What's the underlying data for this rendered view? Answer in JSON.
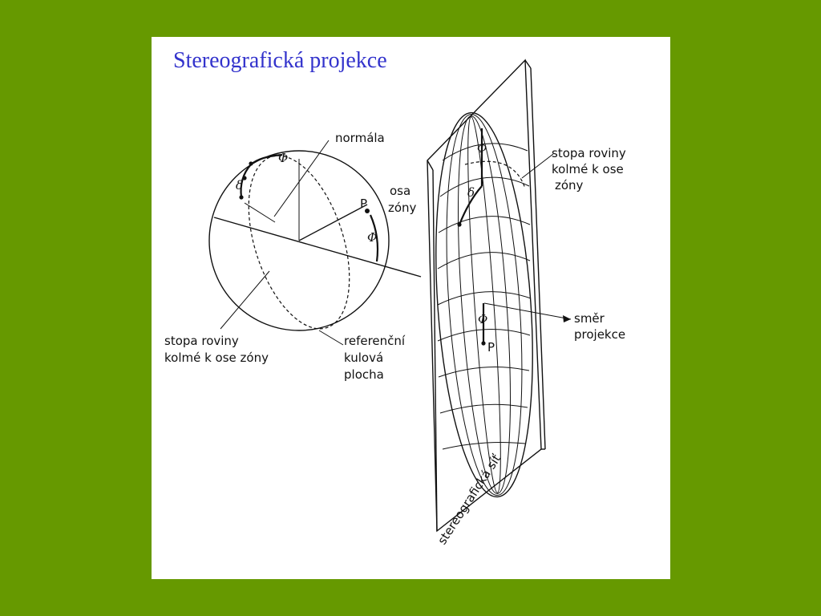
{
  "slide": {
    "title": "Stereografická projekce",
    "background_color": "#669900",
    "panel_color": "#ffffff",
    "title_color": "#3333cc"
  },
  "diagram": {
    "labels": {
      "normal": "normála",
      "zone_axis_line1": "osa",
      "zone_axis_line2": "zóny",
      "trace_left_line1": "stopa roviny",
      "trace_left_line2": "kolmé k ose zóny",
      "reference_line1": "referenční",
      "reference_line2": "kulová",
      "reference_line3": "plocha",
      "trace_right_line1": "stopa roviny",
      "trace_right_line2": "kolmé k ose",
      "trace_right_line3": "zóny",
      "projection_line1": "směr",
      "projection_line2": "projekce",
      "net_label": "stereografická síť"
    },
    "symbols": {
      "phi": "Φ",
      "delta": "δ",
      "pole": "P"
    }
  }
}
